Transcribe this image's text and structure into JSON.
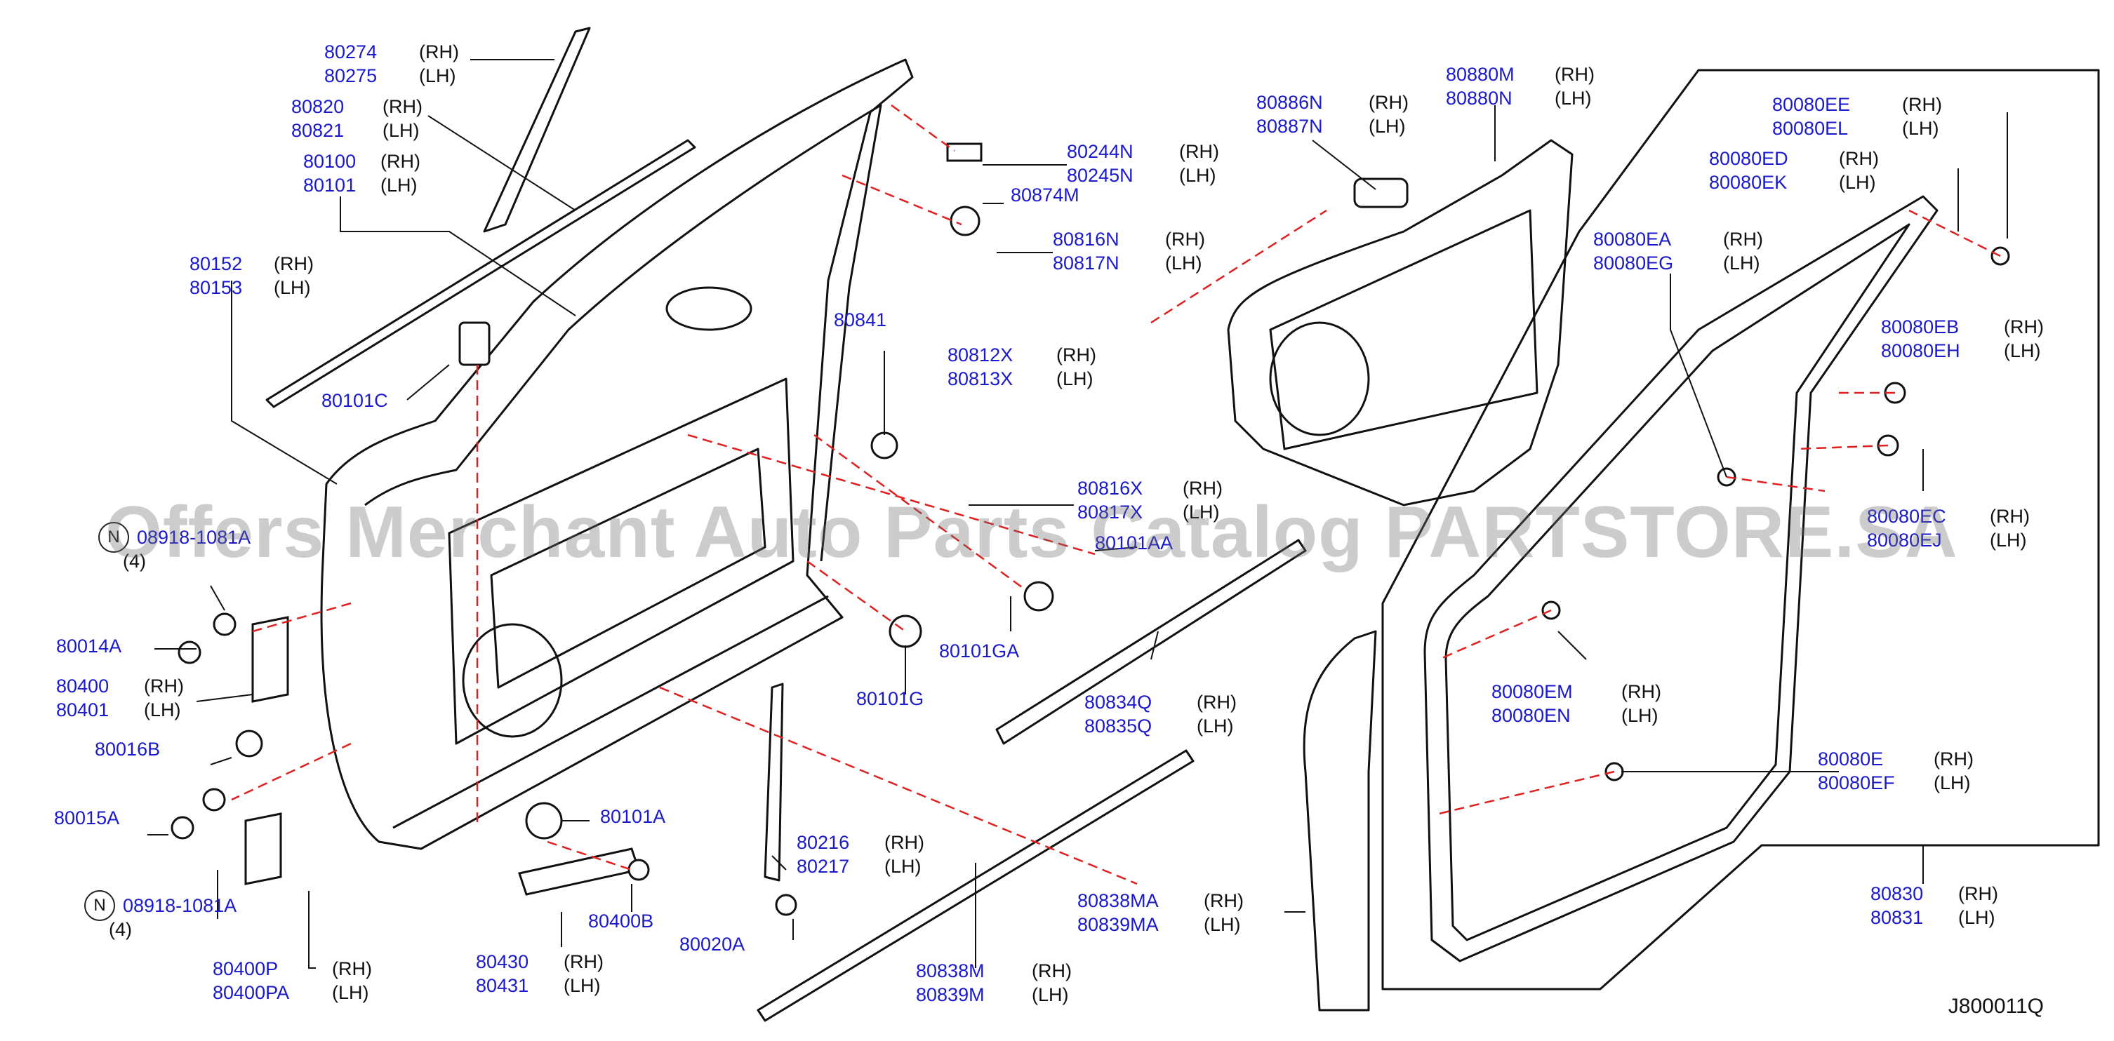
{
  "figure_code": "J800011Q",
  "watermark": "Offers Merchant Auto Parts Catalog PARTSTORE.SA",
  "colors": {
    "part_number": "#1a1acc",
    "side": "#111111",
    "guide_dashed": "#e02020",
    "outline": "#111111"
  },
  "nut_symbol": "N",
  "callouts": [
    {
      "id": "80274",
      "rows": [
        [
          "80274",
          "(RH)"
        ],
        [
          "80275",
          "(LH)"
        ]
      ]
    },
    {
      "id": "80820",
      "rows": [
        [
          "80820",
          "(RH)"
        ],
        [
          "80821",
          "(LH)"
        ]
      ]
    },
    {
      "id": "80100",
      "rows": [
        [
          "80100",
          "(RH)"
        ],
        [
          "80101",
          "(LH)"
        ]
      ]
    },
    {
      "id": "80152",
      "rows": [
        [
          "80152",
          "(RH)"
        ],
        [
          "80153",
          "(LH)"
        ]
      ]
    },
    {
      "id": "80101C",
      "rows": [
        [
          "80101C",
          ""
        ]
      ]
    },
    {
      "id": "08918a",
      "rows": [
        [
          "08918-1081A",
          ""
        ]
      ],
      "qty": "(4)",
      "nut": true
    },
    {
      "id": "80014A",
      "rows": [
        [
          "80014A",
          ""
        ]
      ]
    },
    {
      "id": "80400",
      "rows": [
        [
          "80400",
          "(RH)"
        ],
        [
          "80401",
          "(LH)"
        ]
      ]
    },
    {
      "id": "80016B",
      "rows": [
        [
          "80016B",
          ""
        ]
      ]
    },
    {
      "id": "80015A",
      "rows": [
        [
          "80015A",
          ""
        ]
      ]
    },
    {
      "id": "08918b",
      "rows": [
        [
          "08918-1081A",
          ""
        ]
      ],
      "qty": "(4)",
      "nut": true
    },
    {
      "id": "80400P",
      "rows": [
        [
          "80400P",
          "(RH)"
        ],
        [
          "80400PA",
          "(LH)"
        ]
      ]
    },
    {
      "id": "80430",
      "rows": [
        [
          "80430",
          "(RH)"
        ],
        [
          "80431",
          "(LH)"
        ]
      ]
    },
    {
      "id": "80400B",
      "rows": [
        [
          "80400B",
          ""
        ]
      ]
    },
    {
      "id": "80101A",
      "rows": [
        [
          "80101A",
          ""
        ]
      ]
    },
    {
      "id": "80020A",
      "rows": [
        [
          "80020A",
          ""
        ]
      ]
    },
    {
      "id": "80216",
      "rows": [
        [
          "80216",
          "(RH)"
        ],
        [
          "80217",
          "(LH)"
        ]
      ]
    },
    {
      "id": "80101G",
      "rows": [
        [
          "80101G",
          ""
        ]
      ]
    },
    {
      "id": "80101GA",
      "rows": [
        [
          "80101GA",
          ""
        ]
      ]
    },
    {
      "id": "80841",
      "rows": [
        [
          "80841",
          ""
        ]
      ]
    },
    {
      "id": "80244N",
      "rows": [
        [
          "80244N",
          "(RH)"
        ],
        [
          "80245N",
          "(LH)"
        ]
      ]
    },
    {
      "id": "80874M",
      "rows": [
        [
          "80874M",
          ""
        ]
      ]
    },
    {
      "id": "80816N",
      "rows": [
        [
          "80816N",
          "(RH)"
        ],
        [
          "80817N",
          "(LH)"
        ]
      ]
    },
    {
      "id": "80812X",
      "rows": [
        [
          "80812X",
          "(RH)"
        ],
        [
          "80813X",
          "(LH)"
        ]
      ]
    },
    {
      "id": "80816X",
      "rows": [
        [
          "80816X",
          "(RH)"
        ],
        [
          "80817X",
          "(LH)"
        ]
      ]
    },
    {
      "id": "80101AA",
      "rows": [
        [
          "80101AA",
          ""
        ]
      ]
    },
    {
      "id": "80834Q",
      "rows": [
        [
          "80834Q",
          "(RH)"
        ],
        [
          "80835Q",
          "(LH)"
        ]
      ]
    },
    {
      "id": "80838MA",
      "rows": [
        [
          "80838MA",
          "(RH)"
        ],
        [
          "80839MA",
          "(LH)"
        ]
      ]
    },
    {
      "id": "80838M",
      "rows": [
        [
          "80838M",
          "(RH)"
        ],
        [
          "80839M",
          "(LH)"
        ]
      ]
    },
    {
      "id": "80886N",
      "rows": [
        [
          "80886N",
          "(RH)"
        ],
        [
          "80887N",
          "(LH)"
        ]
      ]
    },
    {
      "id": "80880M",
      "rows": [
        [
          "80880M",
          "(RH)"
        ],
        [
          "80880N",
          "(LH)"
        ]
      ]
    },
    {
      "id": "80080EE",
      "rows": [
        [
          "80080EE",
          "(RH)"
        ],
        [
          "80080EL",
          "(LH)"
        ]
      ]
    },
    {
      "id": "80080ED",
      "rows": [
        [
          "80080ED",
          "(RH)"
        ],
        [
          "80080EK",
          "(LH)"
        ]
      ]
    },
    {
      "id": "80080EA",
      "rows": [
        [
          "80080EA",
          "(RH)"
        ],
        [
          "80080EG",
          "(LH)"
        ]
      ]
    },
    {
      "id": "80080EB",
      "rows": [
        [
          "80080EB",
          "(RH)"
        ],
        [
          "80080EH",
          "(LH)"
        ]
      ]
    },
    {
      "id": "80080EC",
      "rows": [
        [
          "80080EC",
          "(RH)"
        ],
        [
          "80080EJ",
          "(LH)"
        ]
      ]
    },
    {
      "id": "80080EM",
      "rows": [
        [
          "80080EM",
          "(RH)"
        ],
        [
          "80080EN",
          "(LH)"
        ]
      ]
    },
    {
      "id": "80080E",
      "rows": [
        [
          "80080E",
          "(RH)"
        ],
        [
          "80080EF",
          "(LH)"
        ]
      ]
    },
    {
      "id": "80830",
      "rows": [
        [
          "80830",
          "(RH)"
        ],
        [
          "80831",
          "(LH)"
        ]
      ]
    }
  ]
}
